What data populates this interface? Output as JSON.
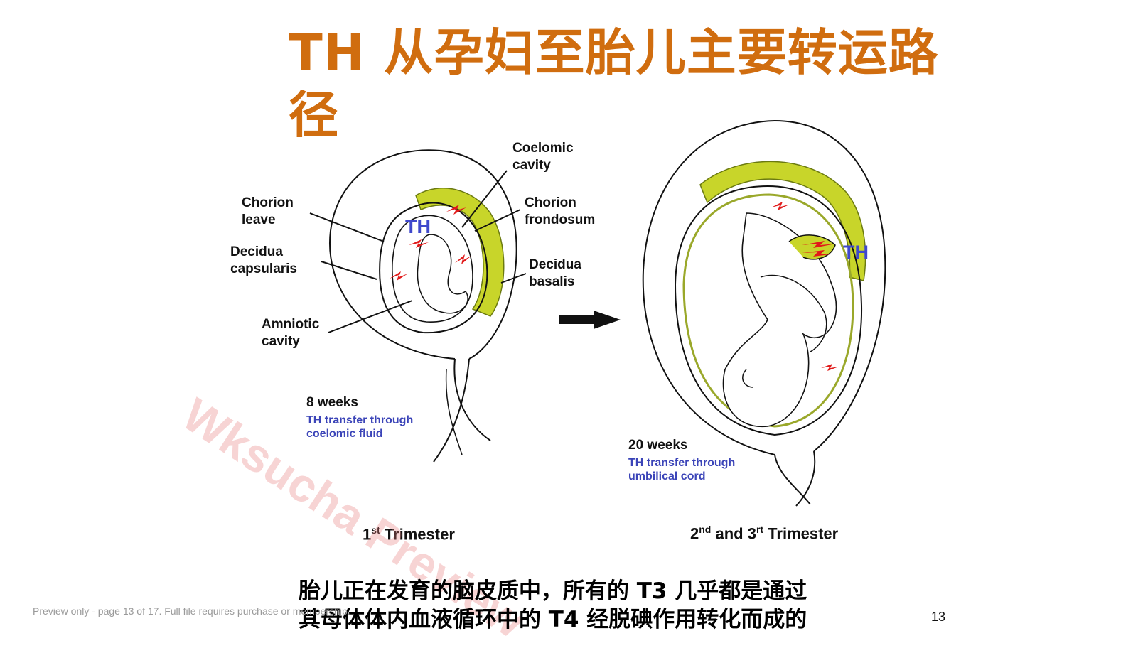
{
  "slide": {
    "title": "TH 从孕妇至胎儿主要转运路径",
    "caption_line1": "胎儿正在发育的脑皮质中，所有的 T3 几乎都是通过",
    "caption_line2": "其母体体内血液循环中的 T4 经脱碘作用转化而成的",
    "page_number": "13",
    "footer_note": "Preview only - page 13 of 17. Full file requires purchase or membership.",
    "watermark": "Wksucha Preview"
  },
  "figure_left": {
    "labels": {
      "coelomic_1": "Coelomic",
      "coelomic_2": "cavity",
      "chorion_leave_1": "Chorion",
      "chorion_leave_2": "leave",
      "chorion_frond_1": "Chorion",
      "chorion_frond_2": "frondosum",
      "decidua_caps_1": "Decidua",
      "decidua_caps_2": "capsularis",
      "decidua_basalis_1": "Decidua",
      "decidua_basalis_2": "basalis",
      "amniotic_1": "Amniotic",
      "amniotic_2": "cavity",
      "th": "TH"
    },
    "weeks": "8 weeks",
    "transfer_1": "TH transfer through",
    "transfer_2": "coelomic fluid",
    "trimester_num": "1",
    "trimester_sup": "st",
    "trimester_word": "Trimester"
  },
  "figure_right": {
    "th": "TH",
    "weeks": "20 weeks",
    "transfer_1": "TH transfer through",
    "transfer_2": "umbilical cord",
    "trimester_a": "2",
    "trimester_a_sup": "nd",
    "trimester_and": " and 3",
    "trimester_b_sup": "rt",
    "trimester_word": " Trimester"
  },
  "colors": {
    "title": "#d06d0f",
    "placenta": "#c8d52a",
    "transfer_arrow": "#e11a1a",
    "th_label": "#3f48cc",
    "transfer_text": "#3b44b8"
  }
}
